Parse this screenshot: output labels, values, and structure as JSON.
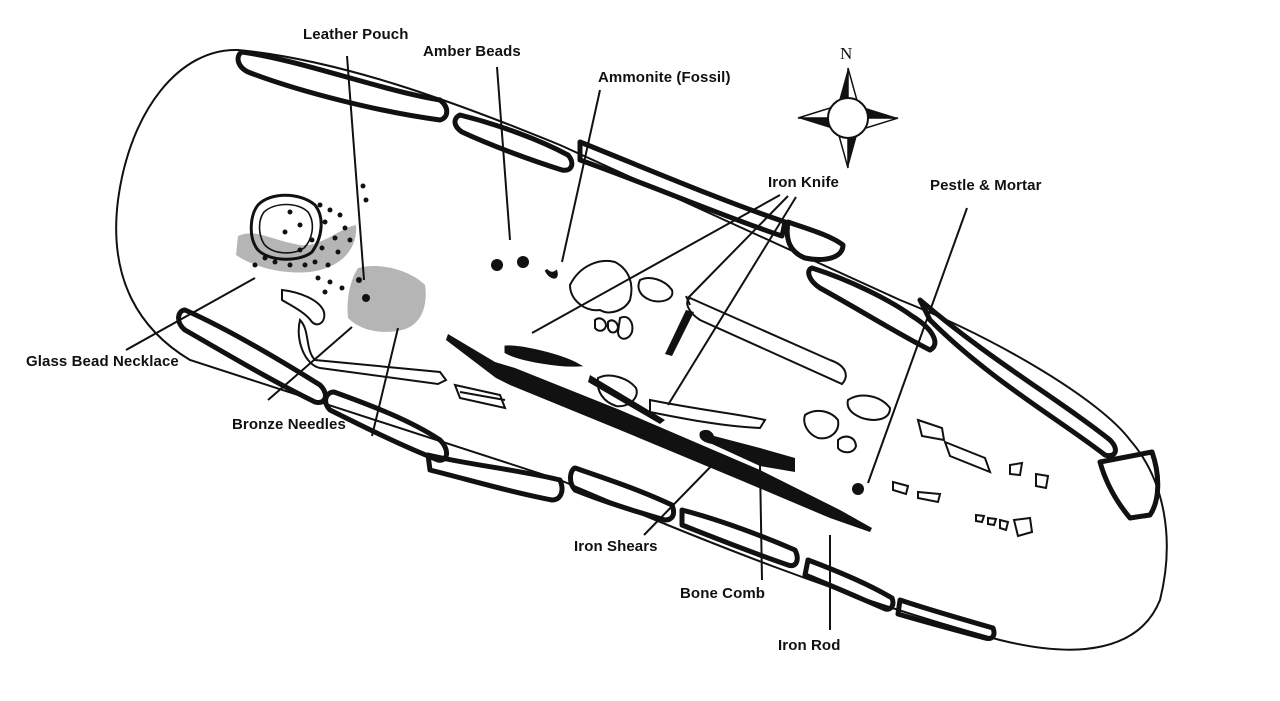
{
  "title": "Grave plan with labelled finds",
  "compass": {
    "north_label": "N",
    "icon": "compass-rose-icon"
  },
  "colors": {
    "ink": "#111111",
    "stain_fill": "#b5b5b5",
    "background": "#ffffff"
  },
  "labels": {
    "leather_pouch": "Leather Pouch",
    "amber_beads": "Amber Beads",
    "ammonite": "Ammonite (Fossil)",
    "iron_knife": "Iron Knife",
    "pestle_mortar": "Pestle & Mortar",
    "glass_bead_necklace": "Glass Bead Necklace",
    "bronze_needles": "Bronze Needles",
    "iron_shears": "Iron Shears",
    "bone_comb": "Bone Comb",
    "iron_rod": "Iron Rod"
  }
}
